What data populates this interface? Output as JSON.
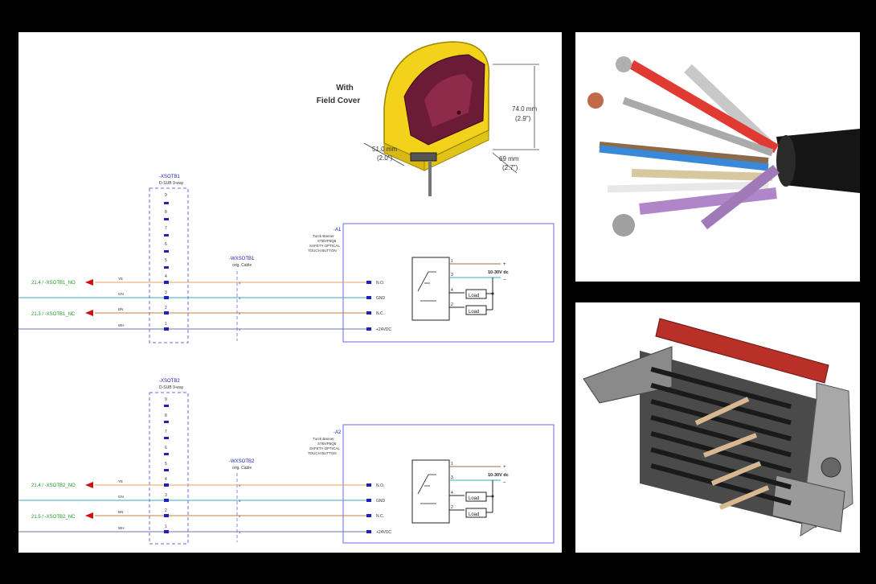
{
  "sensor_drawing": {
    "caption_line1": "With",
    "caption_line2": "Field Cover",
    "height_mm": "74.0 mm",
    "height_in": "(2.9\")",
    "width_mm": "51.0 mm",
    "width_in": "(2.0\")",
    "depth_mm": "69 mm",
    "depth_in": "(2.7\")"
  },
  "circuits": [
    {
      "connector_tag": "-XSOTB1",
      "connector_desc": "D-SUB 9-way",
      "cable_tag": "-WXSOTB1",
      "cable_desc": "orig. Cable",
      "device_tag": "-A1",
      "device_desc": [
        "Turck Banner",
        "STBVP6Q5",
        "SAFETY OPTICAL",
        "TOUCH BUTTON"
      ],
      "ref_no": "21.4 / -XSOTB1_NO",
      "ref_nc": "21.3 / -XSOTB1_NC",
      "signals": [
        "N.O.",
        "GND",
        "N.C.",
        "+24VDC"
      ],
      "pins_top": [
        "9",
        "8",
        "7",
        "6",
        "5"
      ],
      "pins_wired": [
        "4",
        "3",
        "2",
        "1"
      ],
      "wire_colors": [
        "YE",
        "GN",
        "BN",
        "WH"
      ],
      "wire_nums": [
        "4",
        "3",
        "2",
        "1"
      ],
      "internal": {
        "t1": "1",
        "t2": "3",
        "t3": "4",
        "t4": "2",
        "supply": "10-30V dc",
        "plus": "+",
        "minus": "–",
        "load": "Load"
      }
    },
    {
      "connector_tag": "-XSOTB2",
      "connector_desc": "D-SUB 9-way",
      "cable_tag": "-WXSOTB2",
      "cable_desc": "orig. Cable",
      "device_tag": "-A2",
      "device_desc": [
        "Turck Banner",
        "STBVP6Q5",
        "SAFETY OPTICAL",
        "TOUCH BUTTON"
      ],
      "ref_no": "21.4 / -XSOTB2_NO",
      "ref_nc": "21.5 / -XSOTB2_NC",
      "signals": [
        "N.O.",
        "GND",
        "N.C.",
        "+24VDC"
      ],
      "pins_top": [
        "9",
        "8",
        "7",
        "6",
        "5"
      ],
      "pins_wired": [
        "4",
        "3",
        "2",
        "1"
      ],
      "wire_colors": [
        "YE",
        "GN",
        "BN",
        "WH"
      ],
      "wire_nums": [
        "4",
        "3",
        "2",
        "1"
      ],
      "internal": {
        "t1": "1",
        "t2": "3",
        "t3": "4",
        "t4": "2",
        "supply": "10-30V dc",
        "plus": "+",
        "minus": "–",
        "load": "Load"
      }
    }
  ],
  "colors": {
    "wire_no": "#e8a060",
    "wire_gnd": "#3aa8c0",
    "wire_nc": "#c08040",
    "wire_24v": "#7070b0",
    "ref_text": "#1a9a1a",
    "tag_text": "#2020c0",
    "box": "#6a6ae0",
    "arrow": "#d01010",
    "sensor_yellow": "#f2d21a",
    "sensor_lens": "#7a1f3a"
  }
}
